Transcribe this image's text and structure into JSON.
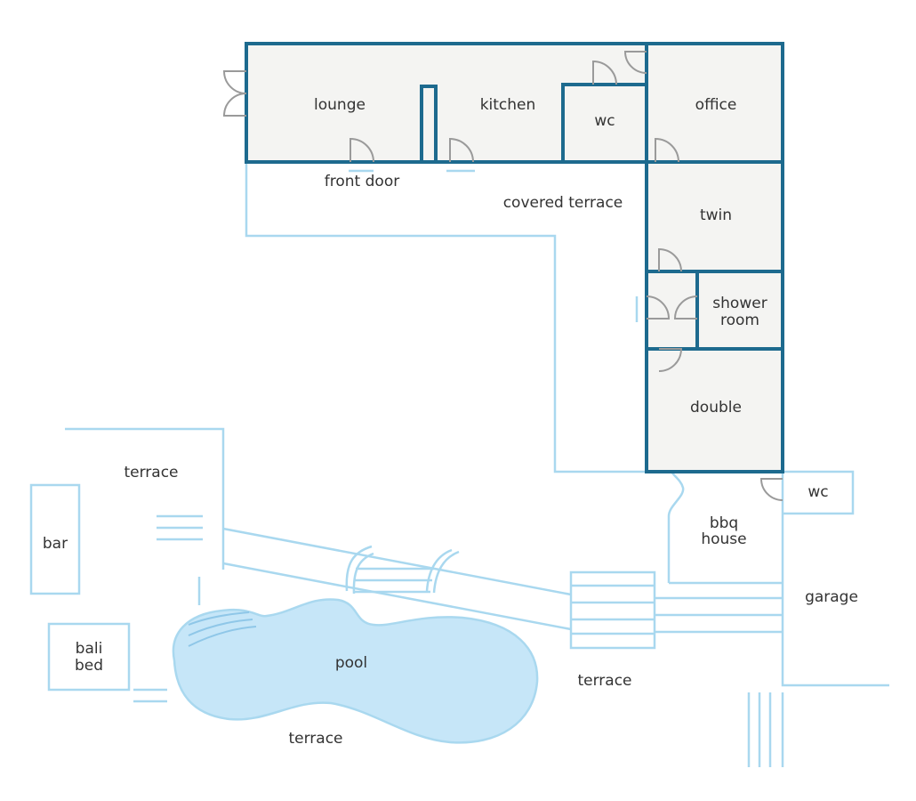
{
  "colors": {
    "wall": "#1d6a8e",
    "outline": "#a9d8ef",
    "room_fill": "#f4f4f2",
    "pool_fill": "#c6e6f8",
    "door": "#9a9a9a",
    "text": "#333333"
  },
  "labels": {
    "lounge": "lounge",
    "kitchen": "kitchen",
    "wc_main": "wc",
    "office": "office",
    "front_door": "front door",
    "covered_terrace": "covered terrace",
    "twin": "twin",
    "shower_room_1": "shower",
    "shower_room_2": "room",
    "double": "double",
    "wc_bbq": "wc",
    "bbq_house_1": "bbq",
    "bbq_house_2": "house",
    "garage": "garage",
    "terrace_top": "terrace",
    "bar": "bar",
    "bali_bed_1": "bali",
    "bali_bed_2": "bed",
    "pool": "pool",
    "terrace_right": "terrace",
    "terrace_bottom": "terrace"
  }
}
